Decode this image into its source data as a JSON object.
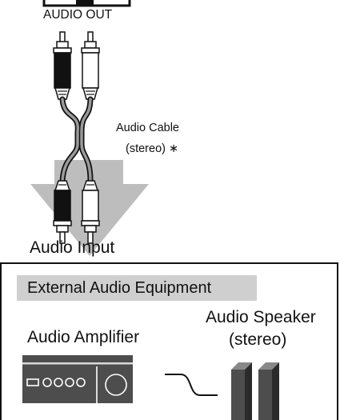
{
  "connector": {
    "label": "AUDIO OUT"
  },
  "cable": {
    "name": "Audio Cable",
    "type": "(stereo)",
    "note_mark": "∗"
  },
  "input": {
    "label": "Audio Input"
  },
  "external": {
    "title": "External Audio Equipment",
    "amplifier": {
      "label": "Audio Amplifier"
    },
    "speaker": {
      "label": "Audio Speaker",
      "type": "(stereo)"
    }
  }
}
